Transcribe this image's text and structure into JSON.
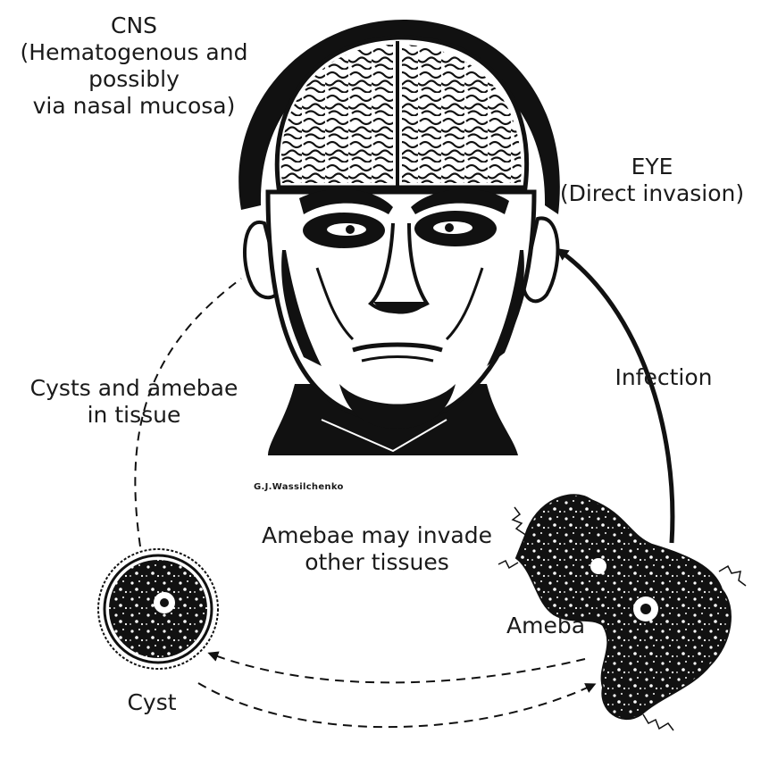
{
  "labels": {
    "cns": [
      "CNS",
      "(Hematogenous and",
      "possibly",
      "via nasal mucosa)"
    ],
    "eye": [
      "EYE",
      "(Direct invasion)"
    ],
    "infection": "Infection",
    "tissue": [
      "Cysts and amebae",
      "in tissue"
    ],
    "invade": [
      "Amebae may invade",
      "other tissues"
    ],
    "ameba": "Ameba",
    "cyst": "Cyst"
  },
  "signature": "G.J.Wassilchenko",
  "colors": {
    "ink": "#111111",
    "paper": "#ffffff"
  },
  "illustrations": [
    "head-with-brain",
    "ameba-trophozoite",
    "cyst"
  ]
}
